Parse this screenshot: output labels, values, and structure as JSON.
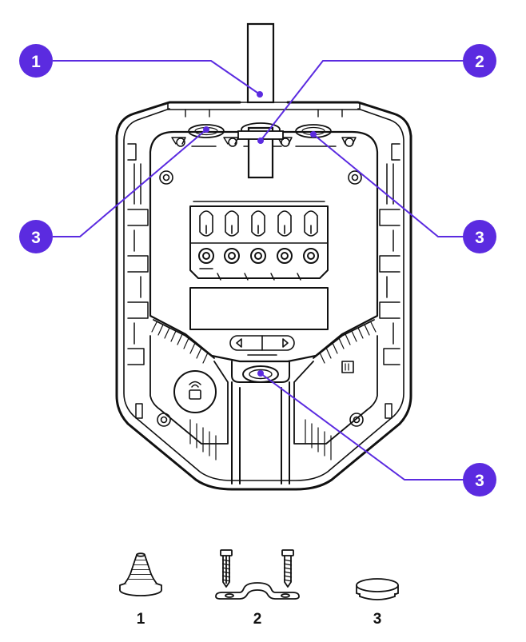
{
  "colors": {
    "accent": "#5b2be0",
    "line": "#111111",
    "white": "#ffffff"
  },
  "callouts": [
    {
      "label": "1"
    },
    {
      "label": "2"
    },
    {
      "label": "3"
    },
    {
      "label": "3"
    },
    {
      "label": "3"
    }
  ],
  "parts": [
    {
      "label": "1",
      "icon": "cable-grommet-icon"
    },
    {
      "label": "2",
      "icon": "cable-clamp-with-screws-icon"
    },
    {
      "label": "3",
      "icon": "blanking-plug-icon"
    }
  ],
  "device": {
    "icon_badge": "rfid-reader-icon"
  }
}
